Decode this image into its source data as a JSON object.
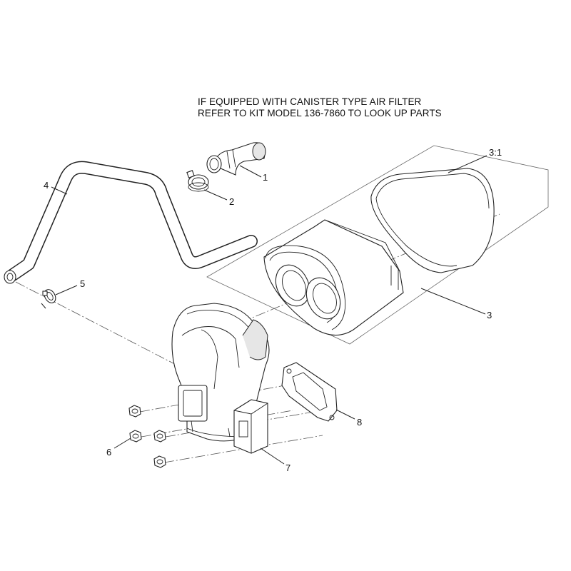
{
  "notes": {
    "line1": "IF EQUIPPED WITH CANISTER TYPE AIR FILTER",
    "line2": "REFER TO KIT MODEL 136-7860 TO LOOK UP PARTS"
  },
  "callouts": {
    "c1": "1",
    "c2": "2",
    "c3": "3",
    "c3_1": "3:1",
    "c4": "4",
    "c5": "5",
    "c6": "6",
    "c7": "7",
    "c8": "8"
  }
}
